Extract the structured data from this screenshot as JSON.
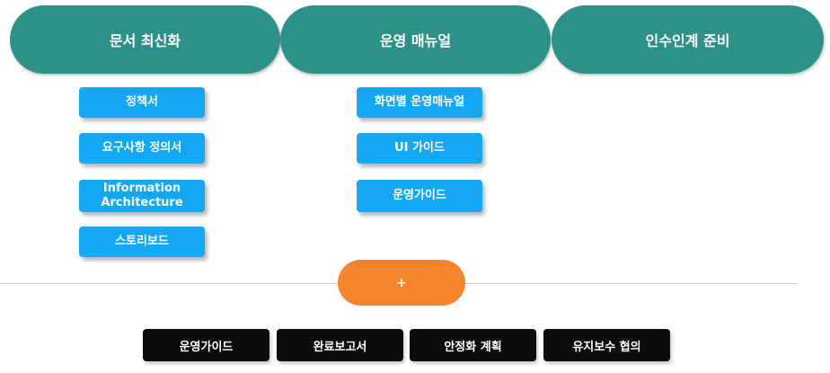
{
  "columns": [
    {
      "header": "문서 최신화",
      "items": [
        "정책서",
        "요구사항 정의서",
        "Information\nArchitecture",
        "스토리보드"
      ]
    },
    {
      "header": "운영 매뉴얼",
      "items": [
        "화면별 운영매뉴얼",
        "UI 가이드",
        "운영가이드"
      ]
    },
    {
      "header": "인수인계 준비",
      "items": []
    }
  ],
  "plus_label": "+",
  "bottom_items": [
    "운영가이드",
    "완료보고서",
    "안정화 계획",
    "유지보수 협의"
  ],
  "colors": {
    "header": "#2e9188",
    "item": "#14a7f2",
    "plus": "#f3862c",
    "bottom": "#0d0d0d"
  }
}
